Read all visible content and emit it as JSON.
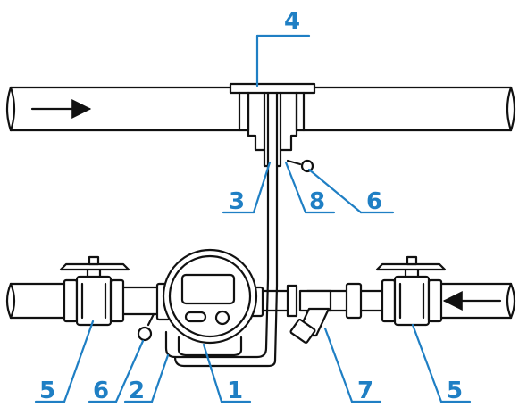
{
  "colors": {
    "line": "#111111",
    "callout": "#1f7fc4",
    "background": "#ffffff"
  },
  "icons": {
    "flow_arrow_main": "right-arrow-icon",
    "flow_arrow_branch": "left-arrow-icon"
  },
  "callouts": {
    "flowmeter": "1",
    "bypass_tubes": "2",
    "probe_tube": "3",
    "mounting_saddle": "4",
    "ball_valve_left": "5",
    "ball_valve_right": "5",
    "drain_cock_left": "6",
    "drain_cock_right": "6",
    "strainer": "7",
    "return_tube": "8"
  }
}
